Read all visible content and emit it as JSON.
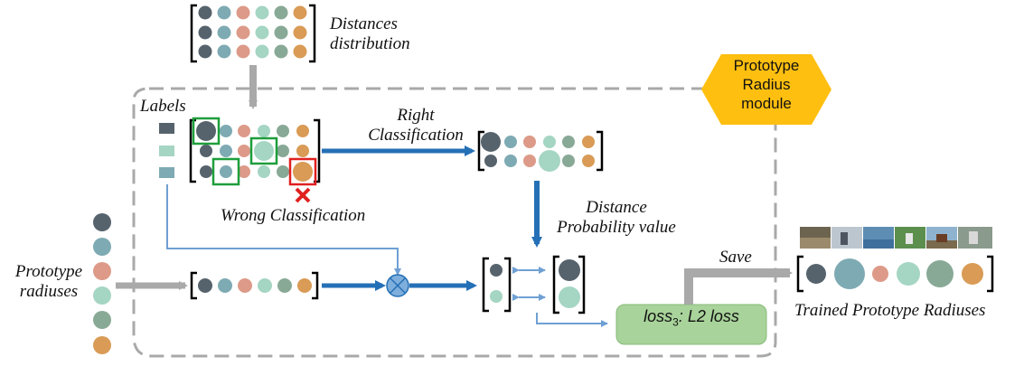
{
  "colors": {
    "dark_slate": "#56636d",
    "teal": "#7eaab3",
    "salmon": "#dd9a88",
    "mint": "#a5d5c3",
    "sage": "#88a996",
    "ochre": "#d99b56",
    "arrow_blue": "#2470b6",
    "arrow_light_blue": "#6fa0d4",
    "arrow_gray": "#a9a9a9",
    "module_border": "#a9a9a9",
    "hex_fill": "#ffbf10",
    "loss_fill": "#a8d39a",
    "correct_box": "#1e9e3c",
    "wrong_box": "#e02020"
  },
  "labels": {
    "distances_line1": "Distances",
    "distances_line2": "distribution",
    "labels_title": "Labels",
    "right_line1": "Right",
    "right_line2": "Classification",
    "wrong": "Wrong Classification",
    "distance_line1": "Distance",
    "distance_line2": "Probability value",
    "prototype_line1": "Prototype",
    "prototype_line2": "radiuses",
    "save": "Save",
    "trained": "Trained Prototype Radiuses"
  },
  "module": {
    "line1": "Prototype",
    "line2": "Radius",
    "line3": "module"
  },
  "loss": {
    "name": "loss",
    "subscript": "3",
    "rest": ": L2 loss"
  }
}
